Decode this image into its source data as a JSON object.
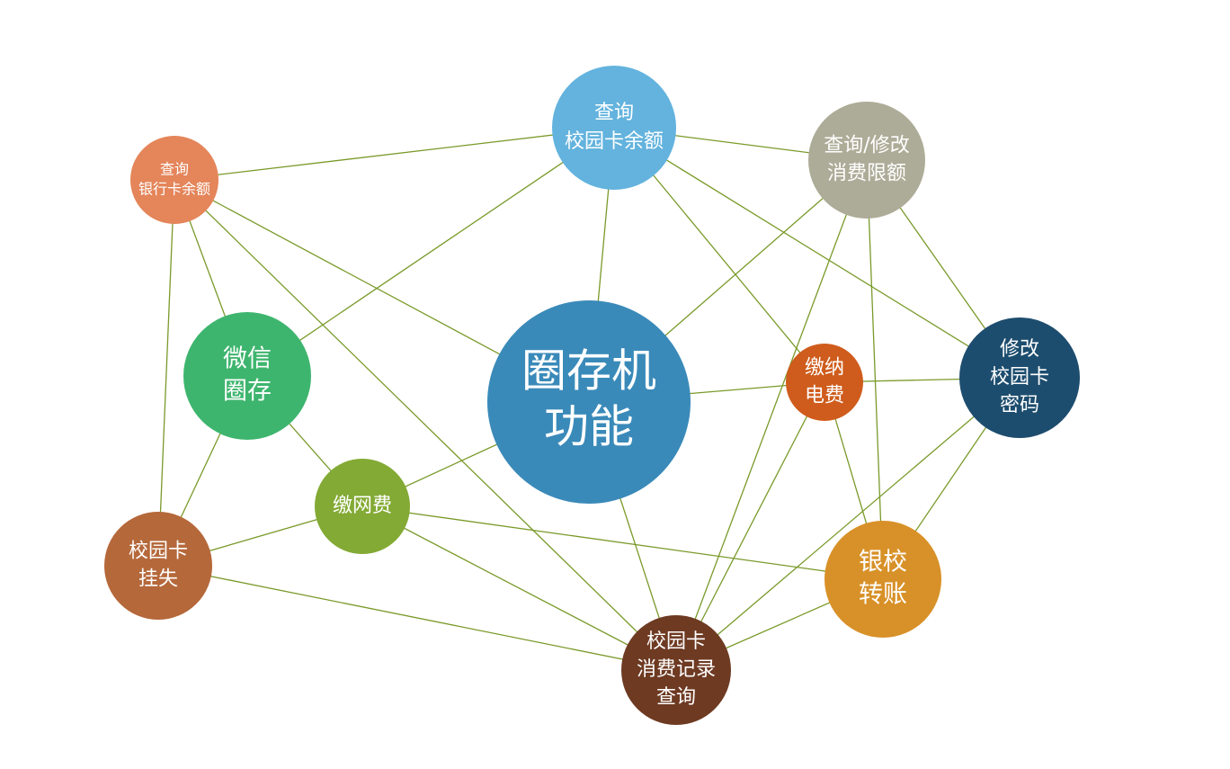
{
  "nodes": [
    {
      "id": "center",
      "lines": [
        "圈存机",
        "功能"
      ],
      "color": "#3a8ab9"
    },
    {
      "id": "campus-balance",
      "lines": [
        "查询",
        "校园卡余额"
      ],
      "color": "#63b3de"
    },
    {
      "id": "bank-balance",
      "lines": [
        "查询",
        "银行卡余额"
      ],
      "color": "#e4855a"
    },
    {
      "id": "limit",
      "lines": [
        "查询/修改",
        "消费限额"
      ],
      "color": "#adac98"
    },
    {
      "id": "change-pwd",
      "lines": [
        "修改",
        "校园卡",
        "密码"
      ],
      "color": "#1d4d6e"
    },
    {
      "id": "electric",
      "lines": [
        "缴纳",
        "电费"
      ],
      "color": "#cf5c1c"
    },
    {
      "id": "wechat",
      "lines": [
        "微信",
        "圈存"
      ],
      "color": "#3eb56e"
    },
    {
      "id": "net-fee",
      "lines": [
        "缴网费"
      ],
      "color": "#83aa34"
    },
    {
      "id": "report-loss",
      "lines": [
        "校园卡",
        "挂失"
      ],
      "color": "#b5683a"
    },
    {
      "id": "bank-transfer",
      "lines": [
        "银校",
        "转账"
      ],
      "color": "#d89128"
    },
    {
      "id": "records",
      "lines": [
        "校园卡",
        "消费记录",
        "查询"
      ],
      "color": "#6e3a22"
    }
  ],
  "edges": [
    [
      "bank-balance",
      "campus-balance"
    ],
    [
      "campus-balance",
      "limit"
    ],
    [
      "campus-balance",
      "center"
    ],
    [
      "campus-balance",
      "wechat"
    ],
    [
      "campus-balance",
      "electric"
    ],
    [
      "campus-balance",
      "change-pwd"
    ],
    [
      "bank-balance",
      "center"
    ],
    [
      "bank-balance",
      "wechat"
    ],
    [
      "bank-balance",
      "report-loss"
    ],
    [
      "bank-balance",
      "records"
    ],
    [
      "limit",
      "center"
    ],
    [
      "limit",
      "change-pwd"
    ],
    [
      "limit",
      "bank-transfer"
    ],
    [
      "limit",
      "records"
    ],
    [
      "center",
      "electric"
    ],
    [
      "center",
      "net-fee"
    ],
    [
      "center",
      "records"
    ],
    [
      "electric",
      "change-pwd"
    ],
    [
      "electric",
      "bank-transfer"
    ],
    [
      "electric",
      "records"
    ],
    [
      "change-pwd",
      "bank-transfer"
    ],
    [
      "change-pwd",
      "records"
    ],
    [
      "wechat",
      "net-fee"
    ],
    [
      "wechat",
      "report-loss"
    ],
    [
      "net-fee",
      "report-loss"
    ],
    [
      "net-fee",
      "records"
    ],
    [
      "net-fee",
      "bank-transfer"
    ],
    [
      "report-loss",
      "records"
    ],
    [
      "bank-transfer",
      "records"
    ]
  ]
}
